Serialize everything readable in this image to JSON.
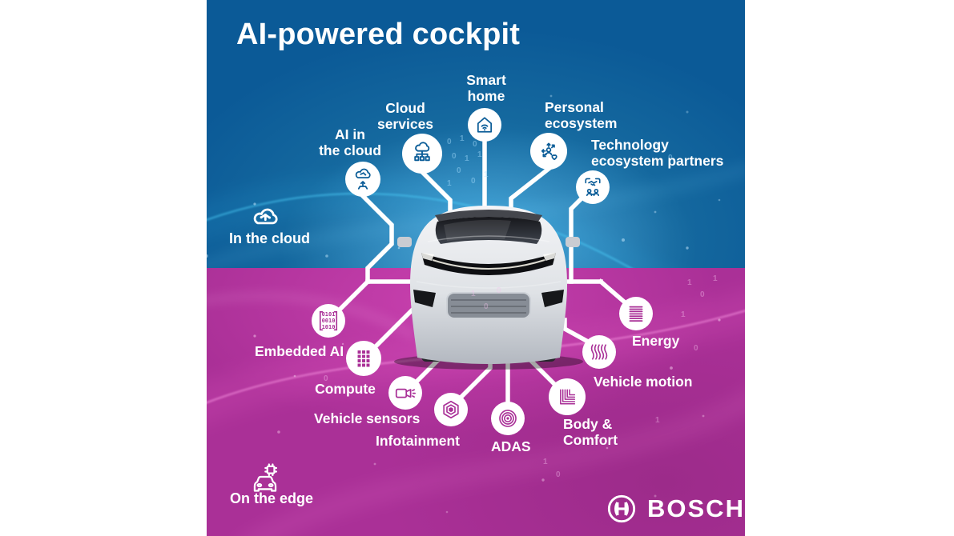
{
  "title": "AI-powered cockpit",
  "sections": {
    "cloud": {
      "badge_label": "In the cloud",
      "badge_icon": "cloud-circuit-icon"
    },
    "edge": {
      "badge_label": "On the edge",
      "badge_icon": "car-chip-icon"
    }
  },
  "nodes": [
    {
      "id": "ai-in-the-cloud",
      "label": "AI in\nthe cloud",
      "icon": "ai-cloud-icon"
    },
    {
      "id": "cloud-services",
      "label": "Cloud\nservices",
      "icon": "cloud-network-icon"
    },
    {
      "id": "smart-home",
      "label": "Smart\nhome",
      "icon": "smart-home-icon"
    },
    {
      "id": "personal-ecosystem",
      "label": "Personal\necosystem",
      "icon": "person-arrows-heart-icon"
    },
    {
      "id": "technology-ecosystem-partners",
      "label": "Technology\necosystem partners",
      "icon": "handshake-partners-icon"
    },
    {
      "id": "embedded-ai",
      "label": "Embedded AI",
      "icon": "binary-code-icon",
      "icon_text": "0101\n0010\n1010"
    },
    {
      "id": "compute",
      "label": "Compute",
      "icon": "chip-grid-icon"
    },
    {
      "id": "vehicle-sensors",
      "label": "Vehicle sensors",
      "icon": "camera-sensor-icon"
    },
    {
      "id": "infotainment",
      "label": "Infotainment",
      "icon": "hexagon-layers-icon"
    },
    {
      "id": "adas",
      "label": "ADAS",
      "icon": "concentric-circles-icon"
    },
    {
      "id": "body-comfort",
      "label": "Body &\nComfort",
      "icon": "layered-corner-icon"
    },
    {
      "id": "vehicle-motion",
      "label": "Vehicle motion",
      "icon": "wavy-lines-icon"
    },
    {
      "id": "energy",
      "label": "Energy",
      "icon": "stacked-lines-icon"
    }
  ],
  "branding": {
    "logo_text": "BOSCH",
    "logo_symbol": "bosch-anchor-icon"
  },
  "decor": {
    "binary": "010011010110100101101001"
  },
  "colors": {
    "cloud_bg": "#0b5a97",
    "edge_bg": "#aa3097",
    "icon_blue": "#0a5c97",
    "icon_magenta": "#a93097",
    "text": "#ffffff",
    "footer_strip": "#8a2c7c"
  }
}
